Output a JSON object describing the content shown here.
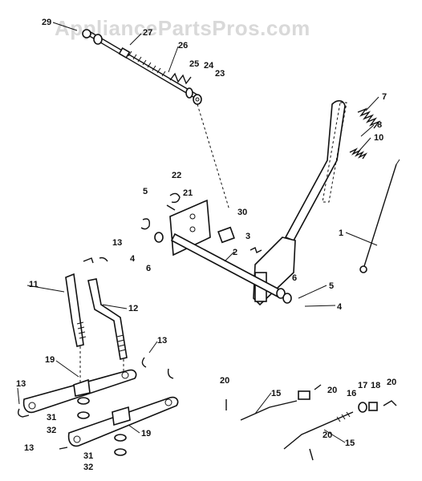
{
  "watermark": "AppliancePartsPros.com",
  "callouts": [
    {
      "id": "c29",
      "text": "29"
    },
    {
      "id": "c27",
      "text": "27"
    },
    {
      "id": "c26",
      "text": "26"
    },
    {
      "id": "c25",
      "text": "25"
    },
    {
      "id": "c24",
      "text": "24"
    },
    {
      "id": "c23",
      "text": "23"
    },
    {
      "id": "c7",
      "text": "7"
    },
    {
      "id": "c8",
      "text": "8"
    },
    {
      "id": "c10",
      "text": "10"
    },
    {
      "id": "c22",
      "text": "22"
    },
    {
      "id": "c21",
      "text": "21"
    },
    {
      "id": "c5a",
      "text": "5"
    },
    {
      "id": "c30",
      "text": "30"
    },
    {
      "id": "c3",
      "text": "3"
    },
    {
      "id": "c1",
      "text": "1"
    },
    {
      "id": "c4a",
      "text": "4"
    },
    {
      "id": "c6a",
      "text": "6"
    },
    {
      "id": "c2",
      "text": "2"
    },
    {
      "id": "c13a",
      "text": "13"
    },
    {
      "id": "c11",
      "text": "11"
    },
    {
      "id": "c12",
      "text": "12"
    },
    {
      "id": "c6b",
      "text": "6"
    },
    {
      "id": "c5b",
      "text": "5"
    },
    {
      "id": "c4b",
      "text": "4"
    },
    {
      "id": "c13b",
      "text": "13"
    },
    {
      "id": "c19a",
      "text": "19"
    },
    {
      "id": "c13c",
      "text": "13"
    },
    {
      "id": "c31a",
      "text": "31"
    },
    {
      "id": "c32a",
      "text": "32"
    },
    {
      "id": "c13d",
      "text": "13"
    },
    {
      "id": "c31b",
      "text": "31"
    },
    {
      "id": "c32b",
      "text": "32"
    },
    {
      "id": "c19b",
      "text": "19"
    },
    {
      "id": "c20a",
      "text": "20"
    },
    {
      "id": "c15a",
      "text": "15"
    },
    {
      "id": "c20b",
      "text": "20"
    },
    {
      "id": "c16",
      "text": "16"
    },
    {
      "id": "c17",
      "text": "17"
    },
    {
      "id": "c18",
      "text": "18"
    },
    {
      "id": "c20c",
      "text": "20"
    },
    {
      "id": "c20d",
      "text": "20"
    },
    {
      "id": "c15b",
      "text": "15"
    }
  ]
}
